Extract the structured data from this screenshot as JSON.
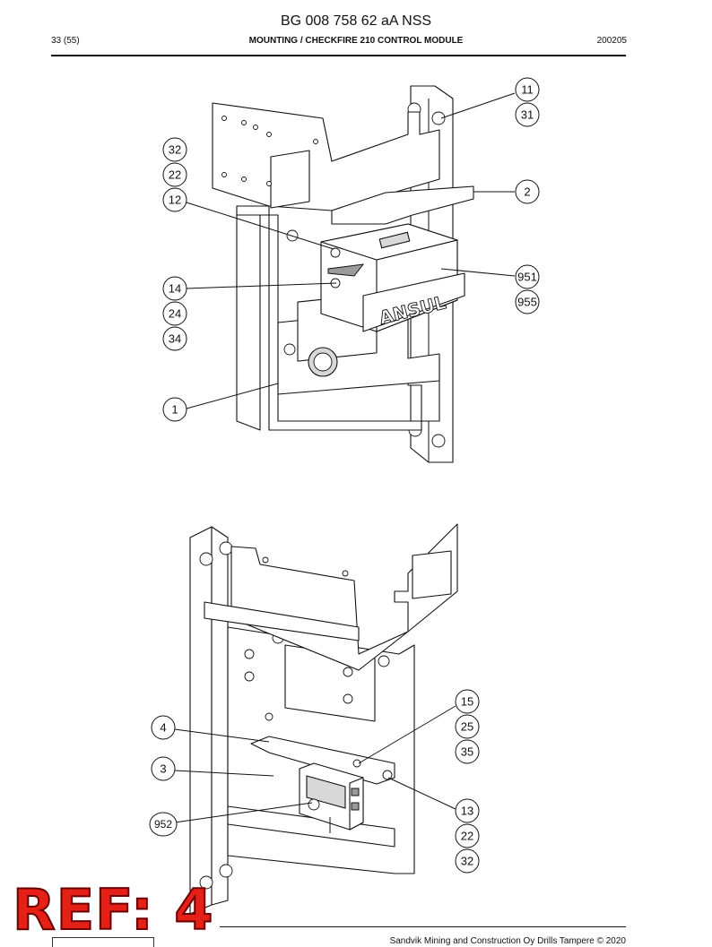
{
  "header": {
    "doc_number": "BG 008 758 62 aA NSS",
    "page": "33 (55)",
    "section_title": "MOUNTING / CHECKFIRE 210 CONTROL MODULE",
    "date_code": "200205"
  },
  "figure_top": {
    "product_label": "ANSUL",
    "callouts": [
      "11",
      "31",
      "32",
      "22",
      "12",
      "2",
      "14",
      "951",
      "955",
      "24",
      "34",
      "1"
    ]
  },
  "figure_bottom": {
    "callouts": [
      "15",
      "25",
      "35",
      "4",
      "3",
      "13",
      "22",
      "32",
      "952"
    ]
  },
  "ref_stamp": "REF: 4",
  "footer": {
    "copyright": "Sandvik Mining and Construction Oy Drills Tampere © 2020"
  }
}
